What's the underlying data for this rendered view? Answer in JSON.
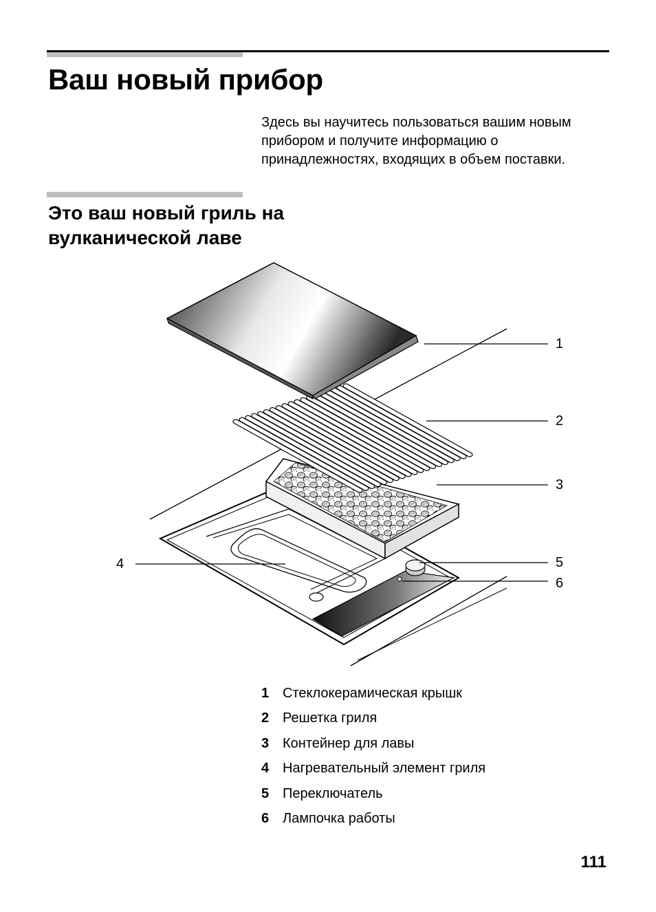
{
  "page": {
    "title": "Ваш новый прибор",
    "intro_lines": [
      "Здесь вы научитесь пользоваться вашим новым",
      "прибором и получите информацию о",
      "принадлежностях, входящих в объем поставки."
    ],
    "subtitle_lines": [
      "Это ваш новый гриль на",
      "вулканической лаве"
    ],
    "page_number": "111"
  },
  "diagram": {
    "callouts": [
      "1",
      "2",
      "3",
      "4",
      "5",
      "6"
    ]
  },
  "legend": [
    {
      "num": "1",
      "text": "Стеклокерамическая крышк"
    },
    {
      "num": "2",
      "text": "Решетка гриля"
    },
    {
      "num": "3",
      "text": "Контейнер для лавы"
    },
    {
      "num": "4",
      "text": "Нагревательный элемент гриля"
    },
    {
      "num": "5",
      "text": "Переключатель"
    },
    {
      "num": "6",
      "text": "Лампочка работы"
    }
  ]
}
